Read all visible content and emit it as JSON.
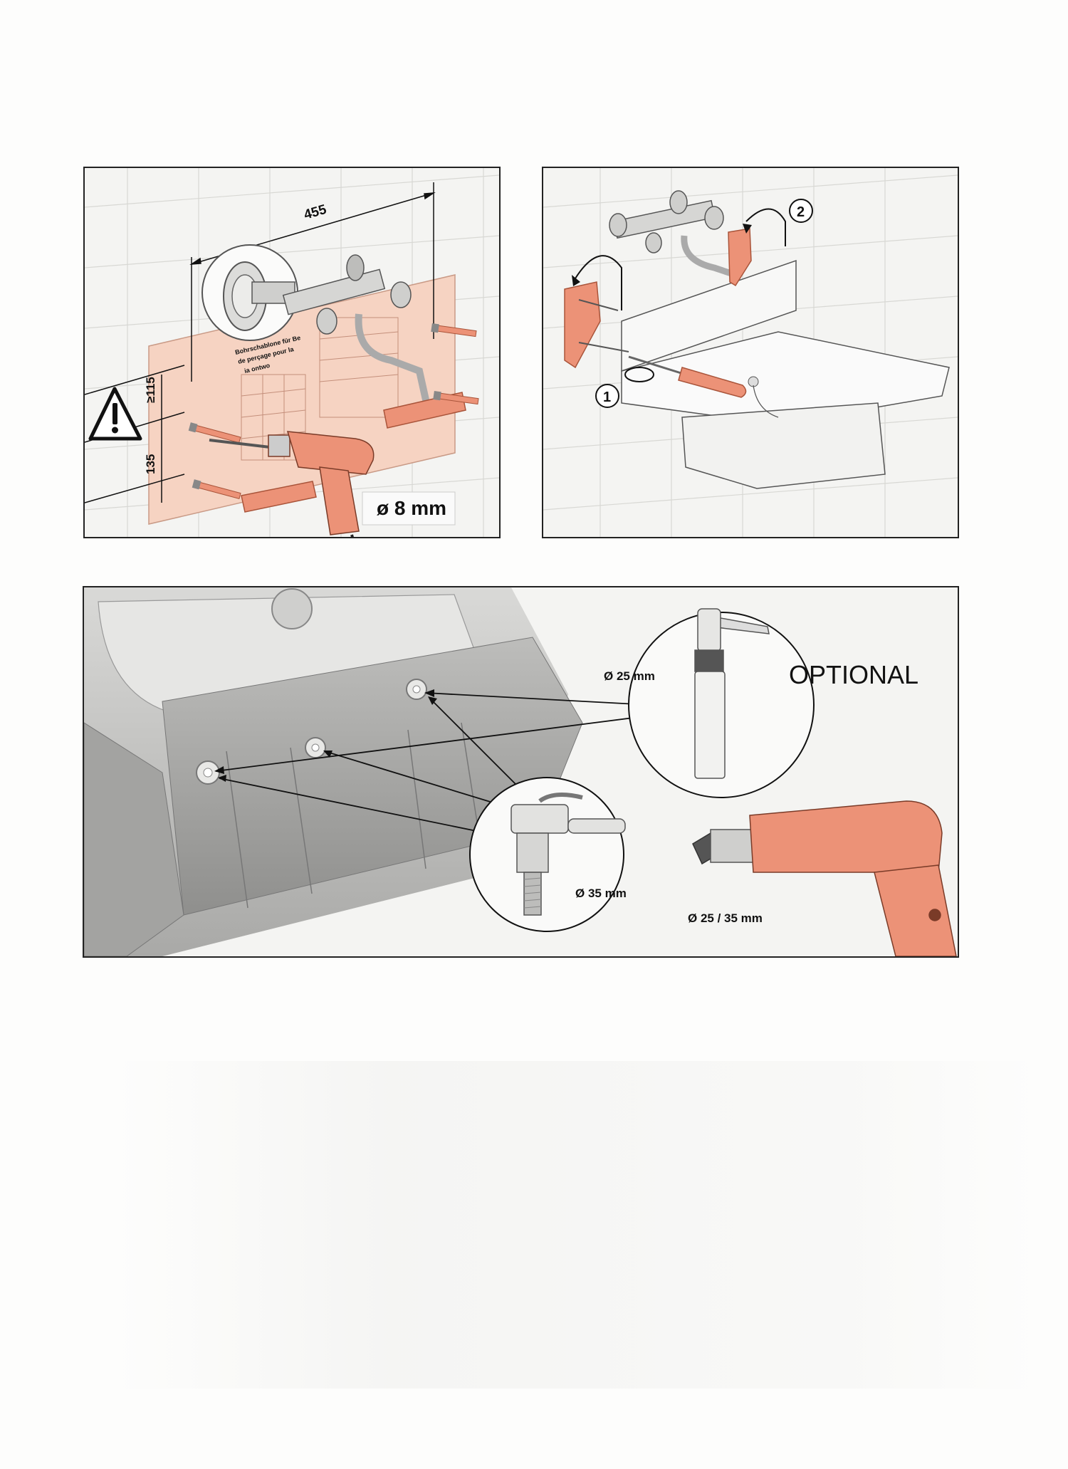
{
  "panel1": {
    "dim_width": "455",
    "dim_upper": "≥115",
    "dim_lower": "135",
    "drill_diameter": "ø 8 mm",
    "template_text_1": "Bohrschablone für Be",
    "template_text_2": "de perçage pour la",
    "template_text_3": "ia ontwo"
  },
  "panel2": {
    "step_1": "1",
    "step_2": "2"
  },
  "panel3": {
    "optional_label": "OPTIONAL",
    "dispenser_diameter": "Ø 25 mm",
    "faucet_diameter": "Ø 35 mm",
    "drill_bit_diameter": "Ø 25 / 35 mm"
  },
  "colors": {
    "accent_salmon": "#ec9277",
    "template_pink": "#f6d3c2",
    "frame": "#222222",
    "metal": "#b9b9b9"
  }
}
